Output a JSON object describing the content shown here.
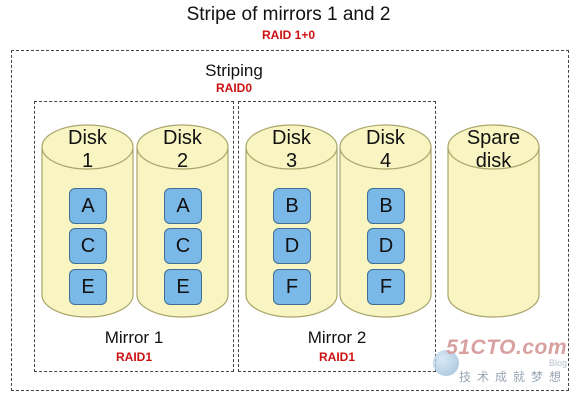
{
  "diagram": {
    "title": "Stripe of mirrors 1 and 2",
    "subtitle": "RAID 1+0",
    "striping": {
      "label": "Striping",
      "sublabel": "RAID0"
    },
    "mirrors": [
      {
        "label": "Mirror 1",
        "sublabel": "RAID1",
        "disks": [
          {
            "line1": "Disk",
            "line2": "1",
            "blocks": [
              "A",
              "C",
              "E"
            ]
          },
          {
            "line1": "Disk",
            "line2": "2",
            "blocks": [
              "A",
              "C",
              "E"
            ]
          }
        ]
      },
      {
        "label": "Mirror 2",
        "sublabel": "RAID1",
        "disks": [
          {
            "line1": "Disk",
            "line2": "3",
            "blocks": [
              "B",
              "D",
              "F"
            ]
          },
          {
            "line1": "Disk",
            "line2": "4",
            "blocks": [
              "B",
              "D",
              "F"
            ]
          }
        ]
      }
    ],
    "spare": {
      "line1": "Spare",
      "line2": "disk"
    },
    "colors": {
      "disk_fill": "#f8f5c2",
      "disk_stroke": "#a9a56a",
      "block_fill": "#7ab8e8",
      "label_red": "#cc1111"
    }
  },
  "watermark": {
    "main": "51CTO.com",
    "chinese": "技术成就梦想",
    "sub": "Blog"
  }
}
